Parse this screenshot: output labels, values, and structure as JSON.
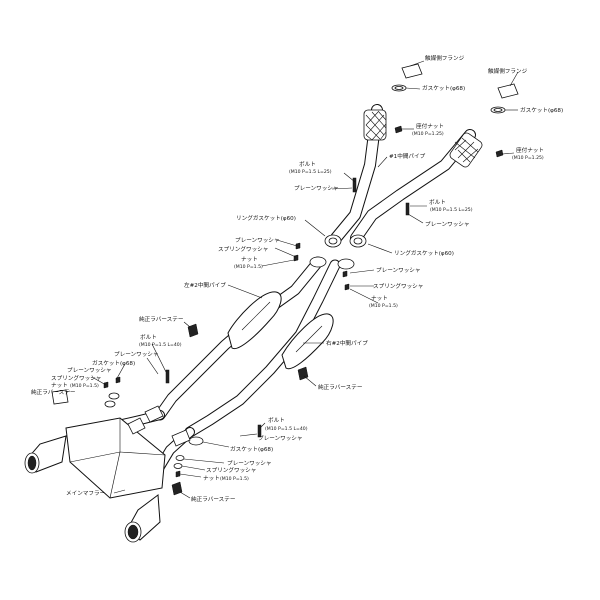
{
  "labels": {
    "flange_left": "触媒側フランジ",
    "flange_right": "触媒側フランジ",
    "gasket68_left": "ガスケット(φ68)",
    "gasket68_right": "ガスケット(φ68)",
    "seat_nut_left": "座付ナット",
    "seat_nut_left_spec": "(M10 P=1.25)",
    "seat_nut_right": "座付ナット",
    "seat_nut_right_spec": "(M10 P=1.25)",
    "front_pipe1": "#1中間パイプ",
    "bolt_a": "ボルト",
    "bolt_a_spec": "(M10 P=1.5 L=25)",
    "washer_a": "プレーンワッシャ",
    "bolt_b": "ボルト",
    "bolt_b_spec": "(M10 P=1.5 L=25)",
    "washer_b": "プレーンワッシャ",
    "ring_gasket_left": "リングガスケット(φ60)",
    "ring_gasket_right": "リングガスケット(φ60)",
    "washer_c": "プレーンワッシャ",
    "spring_washer_c": "スプリングワッシャ",
    "nut_c": "ナット",
    "nut_c_spec": "(M10 P=1.5)",
    "washer_d": "プレーンワッシャ",
    "spring_washer_d": "スプリングワッシャ",
    "nut_d": "ナット",
    "nut_d_spec": "(M10 P=1.5)",
    "left_pipe2": "左#2中間パイプ",
    "right_pipe2": "右#2中間パイプ",
    "rubber_stay_a": "純正ラバーステー",
    "rubber_stay_b": "純正ラバーステー",
    "bolt_e": "ボルト",
    "bolt_e_spec": "(M10 P=1.5 L=40)",
    "washer_e": "プレーンワッシャ",
    "gasket68_e": "ガスケット(φ68)",
    "washer_f": "プレーンワッシャ",
    "spring_washer_f": "スプリングワッシャ",
    "nut_f": "ナット",
    "nut_f_spec": "(M10 P=1.5)",
    "rubber_stay_c": "純正ラバーステー",
    "bolt_g": "ボルト",
    "bolt_g_spec": "(M10 P=1.5 L=40)",
    "washer_g": "プレーンワッシャ",
    "gasket68_g": "ガスケット(φ68)",
    "washer_h": "プレーンワッシャ",
    "spring_washer_h": "スプリングワッシャ",
    "nut_h": "ナット",
    "nut_h_spec": "(M10 P=1.5)",
    "main_muffler": "メインマフラー",
    "rubber_stay_d": "純正ラバーステー"
  }
}
